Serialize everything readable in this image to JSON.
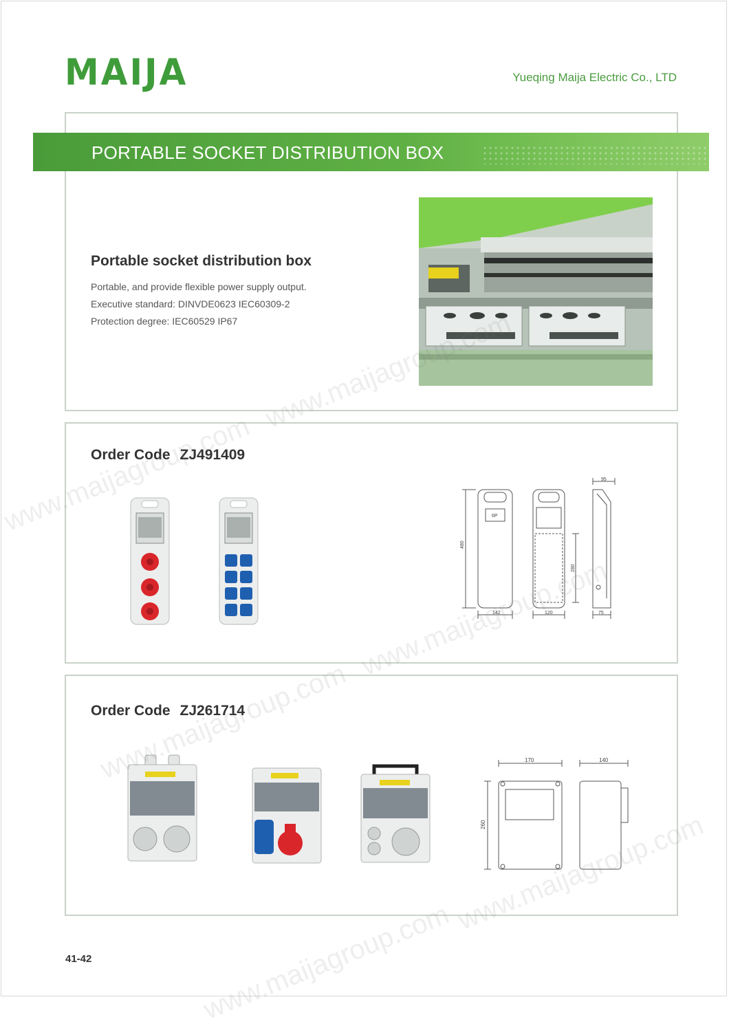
{
  "header": {
    "logo_text": "MAIJA",
    "company_name": "Yueqing Maija Electric Co., LTD"
  },
  "banner": {
    "title": "PORTABLE SOCKET DISTRIBUTION BOX"
  },
  "intro": {
    "title": "Portable socket distribution box",
    "lines": [
      "Portable, and provide flexible power supply output.",
      "Executive standard: DINVDE0623 IEC60309-2",
      "Protection degree: IEC60529 IP67"
    ]
  },
  "products": [
    {
      "order_label": "Order Code",
      "order_code": "ZJ491409",
      "drawing_dims": {
        "d1": "480",
        "d2": "142",
        "d3": "280",
        "d4": "120",
        "d5": "95",
        "d6": "75",
        "label": "6P"
      }
    },
    {
      "order_label": "Order Code",
      "order_code": "ZJ261714",
      "drawing_dims": {
        "d1": "170",
        "d2": "140",
        "d3": "260"
      }
    }
  ],
  "footer": {
    "page_number": "41-42"
  },
  "watermark": "www.maijagroup.com",
  "colors": {
    "brand_green": "#3f9c3a",
    "socket_red": "#d9262b",
    "socket_blue": "#1f5fb0"
  }
}
